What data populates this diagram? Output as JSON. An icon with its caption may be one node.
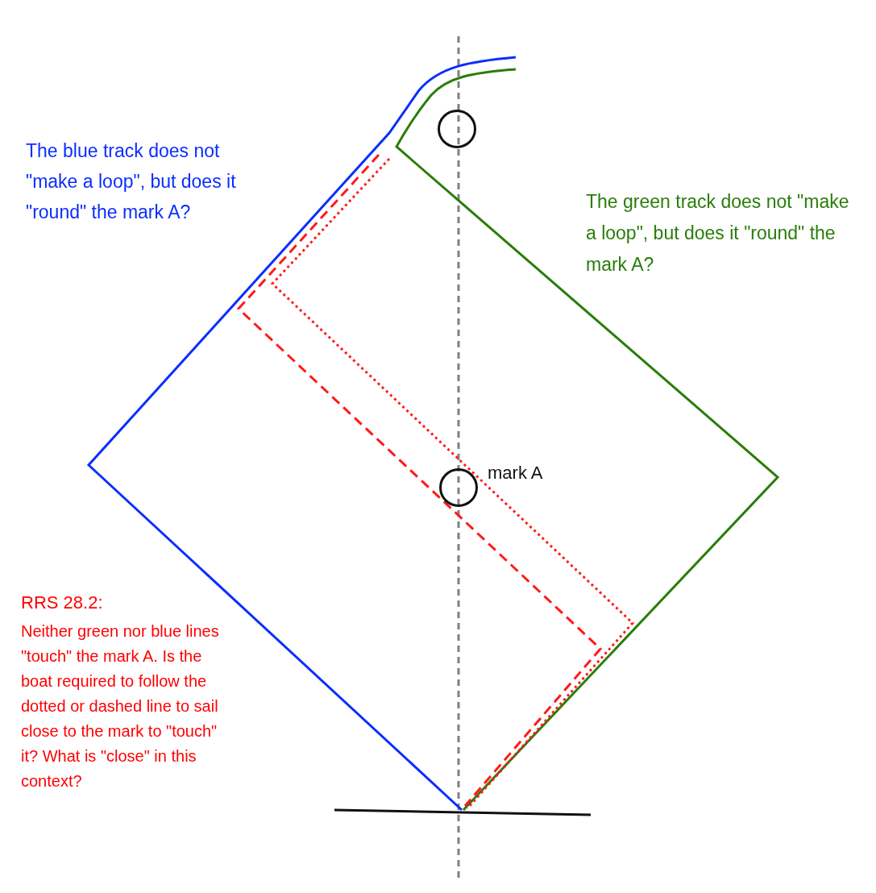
{
  "diagram": {
    "nodes": [
      {
        "text": [],
        "shape": "circle"
      },
      {
        "text": [],
        "shape": "circle",
        "beside": [
          "mark A"
        ]
      }
    ],
    "labels": [
      "The blue track does not \"make a loop\", but does it \"round\" the mark A?",
      "The green track does not \"make a loop\", but does it \"round\" the mark A?",
      "RRS 28.2:",
      "Neither green nor blue lines \"touch\" the mark A. Is the boat required to follow the dotted or dashed line to sail close to the mark to \"touch\" it? What is \"close\" in this context?"
    ]
  }
}
